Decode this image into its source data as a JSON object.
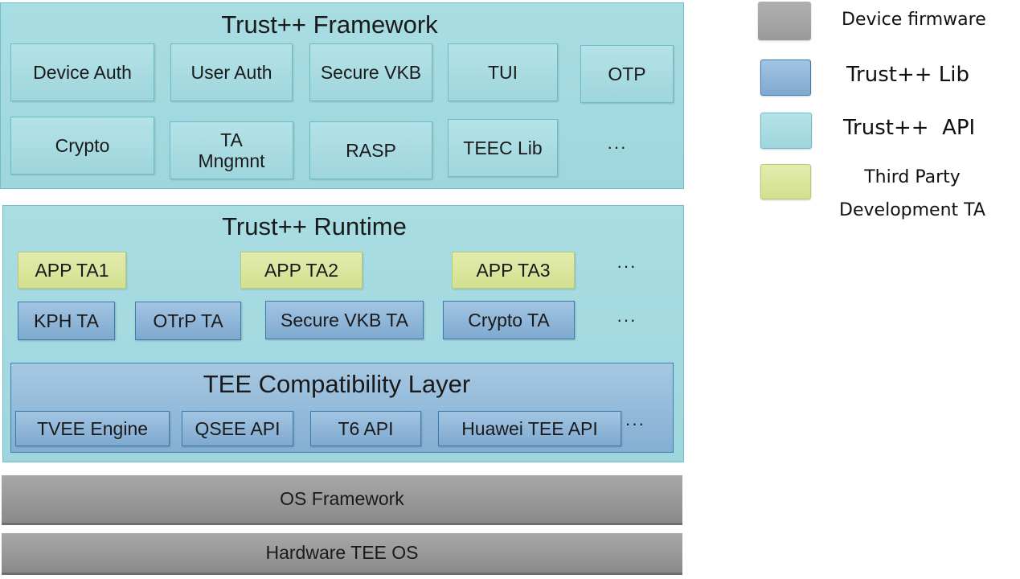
{
  "framework": {
    "title": "Trust++ Framework",
    "row1": [
      "Device Auth",
      "User Auth",
      "Secure VKB",
      "TUI",
      "OTP"
    ],
    "row2": [
      "Crypto",
      "TA\nMngmnt",
      "RASP",
      "TEEC Lib",
      "···"
    ]
  },
  "runtime": {
    "title": "Trust++ Runtime",
    "app_tas": [
      "APP TA1",
      "APP TA2",
      "APP TA3",
      "···"
    ],
    "system_tas": [
      "KPH TA",
      "OTrP TA",
      "Secure VKB TA",
      "Crypto TA",
      "···"
    ],
    "compat": {
      "title": "TEE Compatibility Layer",
      "items": [
        "TVEE Engine",
        "QSEE API",
        "T6 API",
        "Huawei TEE API",
        "···"
      ]
    }
  },
  "os_framework": "OS Framework",
  "hardware_tee_os": "Hardware TEE OS",
  "legend": [
    {
      "label": "Device firmware",
      "color": "#9d9d9d"
    },
    {
      "label": "Trust++ Lib",
      "color": "#8cb5d8"
    },
    {
      "label": "Trust++  API",
      "color": "#a9dde3"
    },
    {
      "label": "Third Party\nDevelopment TA",
      "color": "#dbe6a2"
    }
  ]
}
